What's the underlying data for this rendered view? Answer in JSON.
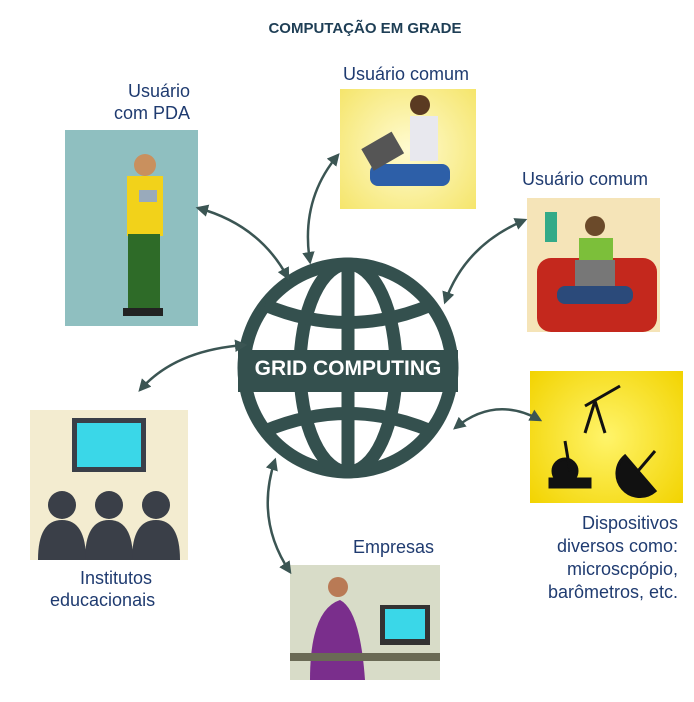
{
  "title": "COMPUTAÇÃO EM GRADE",
  "globe_label": "GRID COMPUTING",
  "nodes": {
    "pda": {
      "line1": "Usuário",
      "line2": "com PDA"
    },
    "common_top": {
      "label": "Usuário comum"
    },
    "common_right": {
      "label": "Usuário comum"
    },
    "devices": {
      "line1": "Dispositivos",
      "line2": "diversos como:",
      "line3": "microscpópio,",
      "line4": "barômetros, etc."
    },
    "institutes": {
      "line1": "Institutos",
      "line2": "educacionais"
    },
    "companies": {
      "label": "Empresas"
    }
  },
  "colors": {
    "globe": "#34504e",
    "text": "#1f3b70",
    "arrow": "#3b5553"
  }
}
